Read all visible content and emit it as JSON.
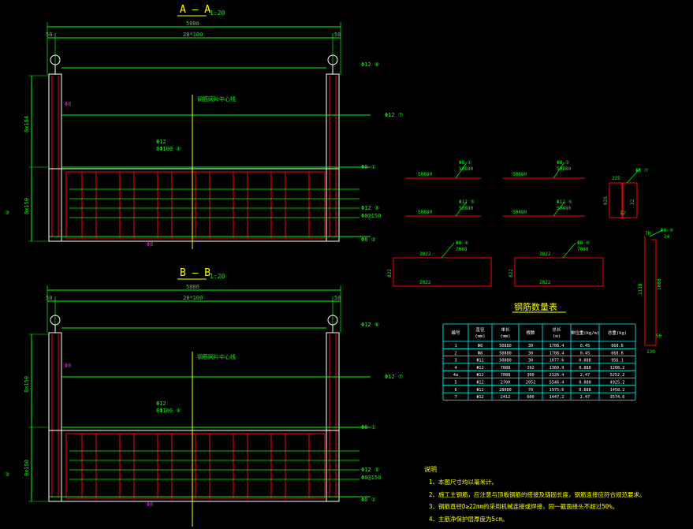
{
  "colors": {
    "bg": "#000000",
    "line": "#ffffff",
    "dim": "#00ff00",
    "rebar": "#ff0000",
    "magenta": "#ff00ff",
    "yellow": "#ffff00",
    "table": "#00ffff",
    "title": "#ffff00"
  },
  "section_a": {
    "title": "A — A",
    "scale": "1:20",
    "dim_total": "5000",
    "dim_mid": "28*100",
    "dim_left": "50",
    "dim_right": "50",
    "v_dim_upper": "8x184",
    "v_dim_lower": "8x150",
    "labels": {
      "bar12_top": "Φ12 ⑥",
      "center_note": "钢筋网片中心线",
      "phi_mark": "Φ8",
      "bar12_mid": "Φ12",
      "bar_mid_sub": "8Φ100 ④",
      "bar_7": "Φ12 ⑦",
      "bar_1": "Φ8 ①",
      "bar_5": "Φ12 ⑤",
      "bar_5_sub": "Φ8@150",
      "bar_2": "Φ8 ②",
      "bar_3": "③",
      "bar_bottom": "Φ8"
    }
  },
  "section_b": {
    "title": "B — B",
    "scale": "1:20",
    "dim_total": "5000",
    "dim_mid": "28*100",
    "dim_left": "50",
    "dim_right": "50",
    "v_dim_upper": "8x150",
    "v_dim_lower": "8x150",
    "labels": {
      "bar12_top": "Φ12 ⑥",
      "center_note": "钢筋网片中心线",
      "phi_mark": "Φ8",
      "bar12_mid": "Φ12",
      "bar_mid_sub": "8Φ100 ④",
      "bar_7": "Φ12 ⑦",
      "bar_1": "Φ8 ①",
      "bar_5": "Φ12 ⑤",
      "bar_5_sub": "Φ8@150",
      "bar_2": "Φ8 ②",
      "bar_3": "③",
      "bar_bottom": "Φ8"
    }
  },
  "details": {
    "bar1": {
      "len": "50880",
      "tag": "Φ8 ①",
      "sub": "50880"
    },
    "bar2": {
      "len": "50880",
      "tag": "Φ8 ②",
      "sub": "50880"
    },
    "bar3": {
      "len": "50880",
      "tag": "Φ12 ③",
      "sub": "50880"
    },
    "bar5": {
      "len": "50480",
      "tag": "Φ12 ⑤",
      "sub": "50480"
    },
    "bar4": {
      "top": "2822",
      "bottom": "2822",
      "side": "822",
      "tag": "Φ8 ④",
      "sub": "7088"
    },
    "bar6": {
      "top": "2822",
      "bottom": "2822",
      "side": "822",
      "tag": "Φ8 ⑥",
      "sub": "7088"
    },
    "stirrup": {
      "tag": "Φ8 ⑦",
      "w": "225",
      "h": "625",
      "side": "32",
      "foot": "12"
    },
    "hook": {
      "tag": "Φ8 ⑧",
      "top": "70",
      "sub": "24",
      "len": "1110",
      "inner": "1088",
      "bot": "50",
      "foot": "130"
    }
  },
  "table": {
    "title": "钢筋数量表",
    "headers": [
      "编号",
      "直径\n(mm)",
      "单长\n(mm)",
      "根数",
      "总长\n(m)",
      "单位重(kg/m)",
      "总重(kg)"
    ],
    "rows": [
      [
        "1",
        "Φ8",
        "50880",
        "30",
        "1708.4",
        "0.45",
        "668.6"
      ],
      [
        "2",
        "Φ8",
        "50880",
        "30",
        "1708.4",
        "0.45",
        "668.6"
      ],
      [
        "3",
        "Φ12",
        "50880",
        "30",
        "1077.6",
        "0.888",
        "956.1"
      ],
      [
        "4",
        "Φ12",
        "7088",
        "192",
        "1360.9",
        "0.888",
        "1208.2"
      ],
      [
        "4a",
        "Φ12",
        "7088",
        "300",
        "2126.4",
        "2.47",
        "5252.2"
      ],
      [
        "5",
        "Φ12",
        "2700",
        "2052",
        "5546.4",
        "0.888",
        "4925.2"
      ],
      [
        "6",
        "Φ12",
        "28080",
        "70",
        "1975.6",
        "0.888",
        "1458.2"
      ],
      [
        "7",
        "Φ12",
        "2412",
        "600",
        "1447.2",
        "2.47",
        "3574.6"
      ]
    ]
  },
  "notes": {
    "heading": "说明",
    "items": [
      "1、本图尺寸均以毫米计。",
      "2、施工主钢筋，应注意与顶板钢筋的搭接及锚固长度，钢筋连接应符合规范要求。",
      "3、钢筋直径D≥22mm的采用机械连接或焊接，同一截面接头不超过50%。",
      "4、主筋净保护层厚度为5cm。"
    ]
  }
}
